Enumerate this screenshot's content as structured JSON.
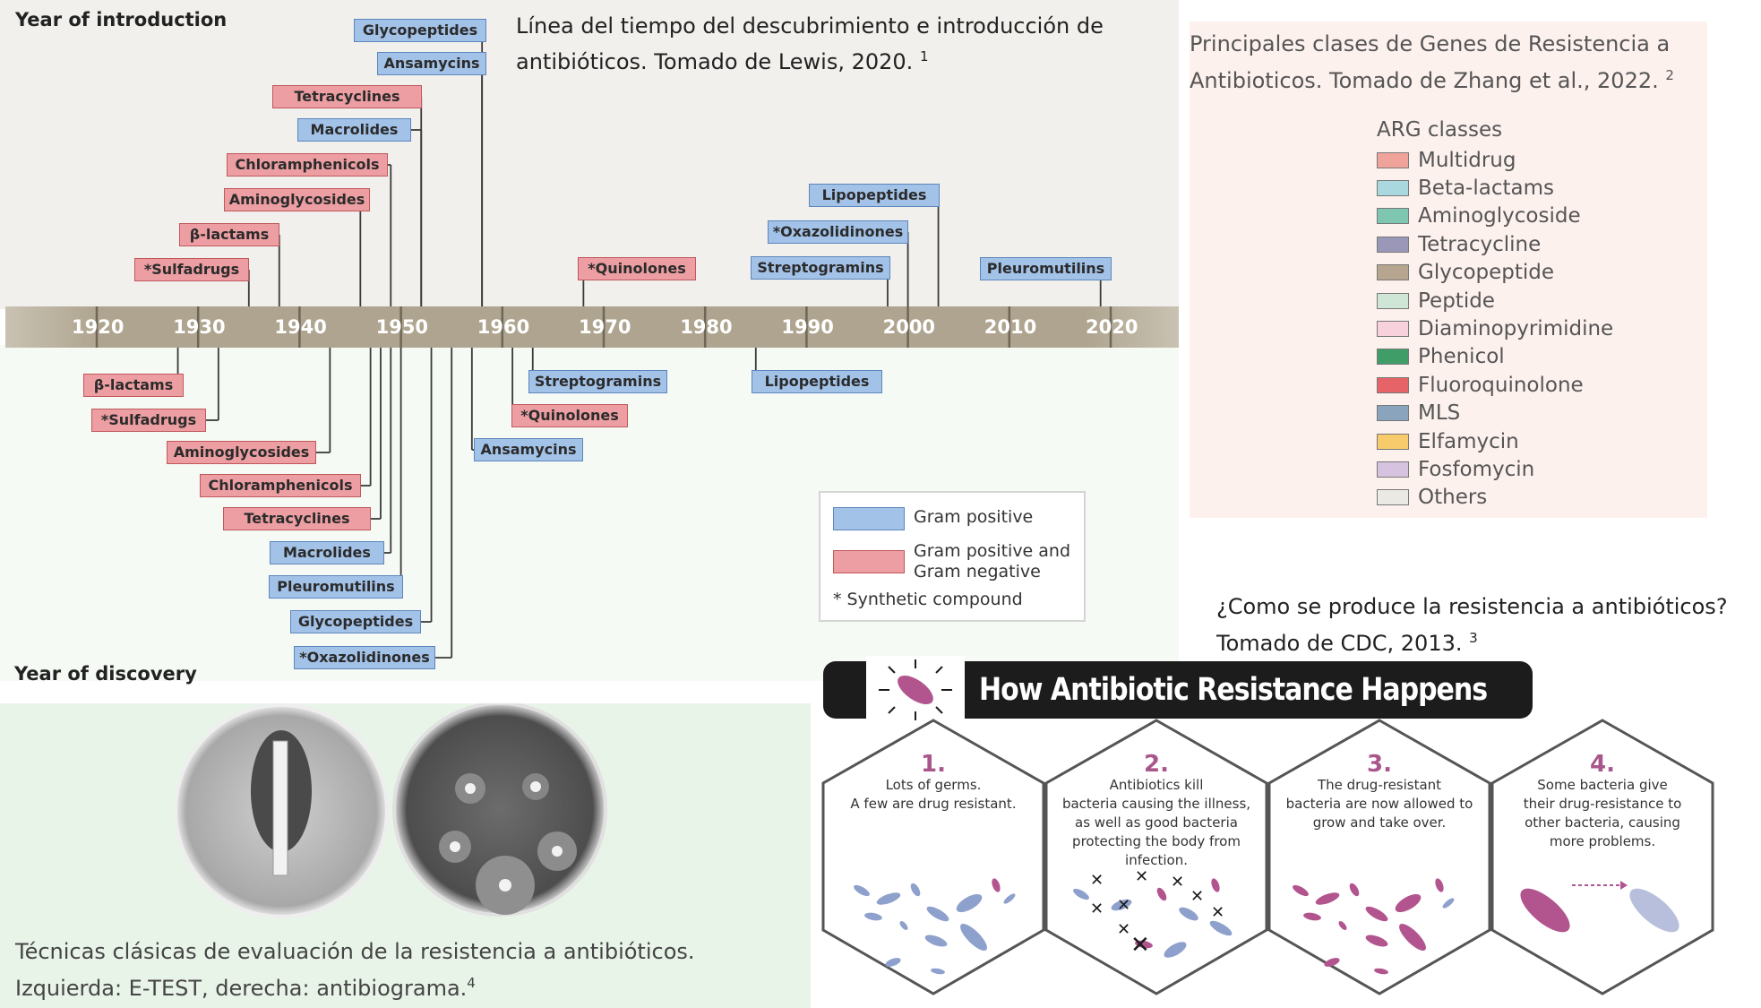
{
  "timeline": {
    "header_top": "Year of introduction",
    "header_bottom": "Year of discovery",
    "caption_line1": "Línea del tiempo del descubrimiento e introducción  de",
    "caption_line2": "antibióticos. Tomado de Lewis, 2020.",
    "caption_ref": "1",
    "years": [
      "1920",
      "1930",
      "1940",
      "1950",
      "1960",
      "1970",
      "1980",
      "1990",
      "2000",
      "2010",
      "2020"
    ],
    "introduction": [
      {
        "label": "Glycopeptides",
        "group": "gp",
        "year": 1958
      },
      {
        "label": "Ansamycins",
        "group": "gp",
        "year": 1958
      },
      {
        "label": "Tetracyclines",
        "group": "gn",
        "year": 1952
      },
      {
        "label": "Macrolides",
        "group": "gp",
        "year": 1952
      },
      {
        "label": "Chloramphenicols",
        "group": "gn",
        "year": 1949
      },
      {
        "label": "Aminoglycosides",
        "group": "gn",
        "year": 1946
      },
      {
        "label": "β-lactams",
        "group": "gn",
        "year": 1938
      },
      {
        "label": "*Sulfadrugs",
        "group": "gn",
        "year": 1935
      },
      {
        "label": "*Quinolones",
        "group": "gn",
        "year": 1968
      },
      {
        "label": "Lipopeptides",
        "group": "gp",
        "year": 2003
      },
      {
        "label": "*Oxazolidinones",
        "group": "gp",
        "year": 2000
      },
      {
        "label": "Streptogramins",
        "group": "gp",
        "year": 1998
      },
      {
        "label": "Pleuromutilins",
        "group": "gp",
        "year": 2019
      }
    ],
    "discovery": [
      {
        "label": "β-lactams",
        "group": "gn",
        "year": 1928
      },
      {
        "label": "*Sulfadrugs",
        "group": "gn",
        "year": 1932
      },
      {
        "label": "Aminoglycosides",
        "group": "gn",
        "year": 1943
      },
      {
        "label": "Chloramphenicols",
        "group": "gn",
        "year": 1947
      },
      {
        "label": "Tetracyclines",
        "group": "gn",
        "year": 1948
      },
      {
        "label": "Macrolides",
        "group": "gp",
        "year": 1949
      },
      {
        "label": "Pleuromutilins",
        "group": "gp",
        "year": 1950
      },
      {
        "label": "Glycopeptides",
        "group": "gp",
        "year": 1953
      },
      {
        "label": "*Oxazolidinones",
        "group": "gp",
        "year": 1955
      },
      {
        "label": "Ansamycins",
        "group": "gp",
        "year": 1957
      },
      {
        "label": "*Quinolones",
        "group": "gn",
        "year": 1961
      },
      {
        "label": "Streptogramins",
        "group": "gp",
        "year": 1963
      },
      {
        "label": "Lipopeptides",
        "group": "gp",
        "year": 1985
      }
    ],
    "legend": {
      "gram_positive": "Gram positive",
      "gram_both_line1": "Gram positive and",
      "gram_both_line2": "Gram negative",
      "synthetic": "* Synthetic compound"
    },
    "colors": {
      "gram_positive": "#a3c2e8",
      "gram_both": "#ec9ea2",
      "axis_band": "#b2a996"
    }
  },
  "arg": {
    "caption_line1": "Principales clases de Genes de Resistencia a",
    "caption_line2": "Antibioticos. Tomado de Zhang et al., 2022.",
    "caption_ref": "2",
    "title": "ARG classes",
    "classes": [
      {
        "name": "Multidrug",
        "color": "#f0a39b"
      },
      {
        "name": "Beta-lactams",
        "color": "#a9d8de"
      },
      {
        "name": "Aminoglycoside",
        "color": "#7fc6b0"
      },
      {
        "name": "Tetracycline",
        "color": "#9b97b8"
      },
      {
        "name": "Glycopeptide",
        "color": "#b7a68f"
      },
      {
        "name": "Peptide",
        "color": "#cfe6d6"
      },
      {
        "name": "Diaminopyrimidine",
        "color": "#f7d2dc"
      },
      {
        "name": "Phenicol",
        "color": "#3f9e68"
      },
      {
        "name": "Fluoroquinolone",
        "color": "#e66467"
      },
      {
        "name": "MLS",
        "color": "#8ba4bd"
      },
      {
        "name": "Elfamycin",
        "color": "#f7cb6b"
      },
      {
        "name": "Fosfomycin",
        "color": "#d5c3df"
      },
      {
        "name": "Others",
        "color": "#ebe9e4"
      }
    ]
  },
  "photos": {
    "caption_line1": "Técnicas clásicas de evaluación de la resistencia a antibióticos.",
    "caption_line2": "Izquierda: E-TEST, derecha: antibiograma.",
    "caption_ref": "4"
  },
  "cdc": {
    "caption_line1": "¿Como se produce la resistencia a antibióticos?",
    "caption_line2": "Tomado de CDC, 2013.",
    "caption_ref": "3",
    "banner_title": "How Antibiotic Resistance Happens",
    "steps": [
      {
        "num": "1.",
        "lines": [
          "Lots of germs.",
          "A few are drug resistant."
        ]
      },
      {
        "num": "2.",
        "lines": [
          "Antibiotics kill",
          "bacteria causing the illness,",
          "as well as good bacteria",
          "protecting the body from",
          "infection."
        ]
      },
      {
        "num": "3.",
        "lines": [
          "The drug-resistant",
          "bacteria are now allowed to",
          "grow and take over."
        ]
      },
      {
        "num": "4.",
        "lines": [
          "Some bacteria give",
          "their drug-resistance to",
          "other bacteria, causing",
          "more problems."
        ]
      }
    ],
    "colors": {
      "resistant": "#b2558f",
      "normal": "#8ea0cc",
      "banner": "#1c1c1c"
    }
  }
}
